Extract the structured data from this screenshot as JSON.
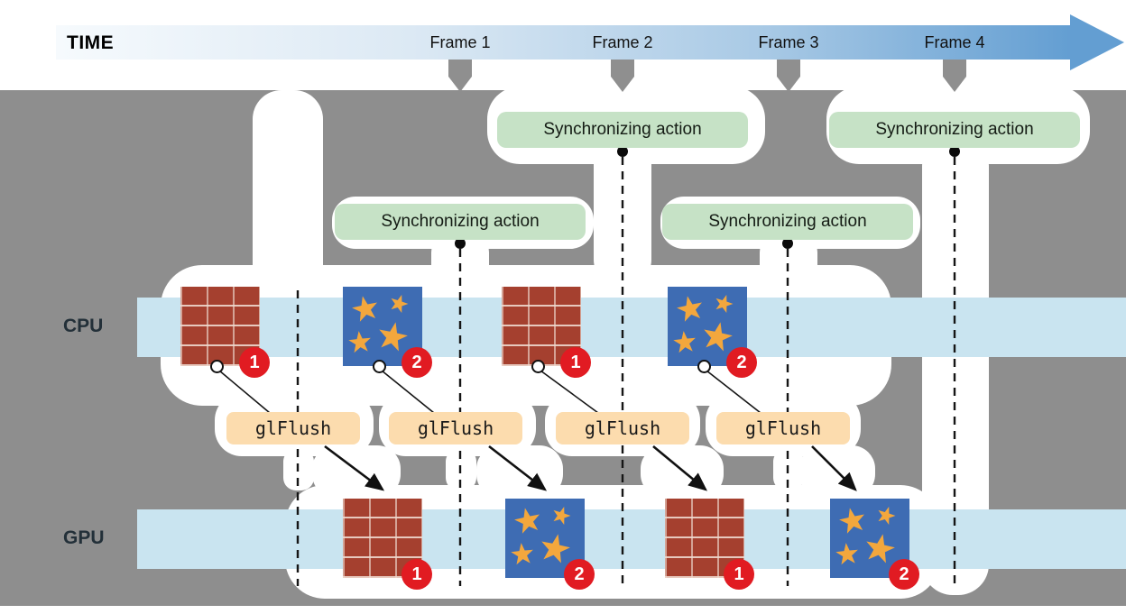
{
  "time_label": "TIME",
  "frames": [
    "Frame 1",
    "Frame 2",
    "Frame 3",
    "Frame 4"
  ],
  "lanes": {
    "cpu": "CPU",
    "gpu": "GPU"
  },
  "sync_actions": [
    "Synchronizing action",
    "Synchronizing action",
    "Synchronizing action",
    "Synchronizing action"
  ],
  "flushes": [
    "glFlush",
    "glFlush",
    "glFlush",
    "glFlush"
  ],
  "cpu_queue": [
    {
      "texture": "brick",
      "badge": "1"
    },
    {
      "texture": "stars",
      "badge": "2"
    },
    {
      "texture": "brick",
      "badge": "1"
    },
    {
      "texture": "stars",
      "badge": "2"
    }
  ],
  "gpu_queue": [
    {
      "texture": "brick",
      "badge": "1"
    },
    {
      "texture": "stars",
      "badge": "2"
    },
    {
      "texture": "brick",
      "badge": "1"
    },
    {
      "texture": "stars",
      "badge": "2"
    }
  ],
  "colors": {
    "field_gray": "#8e8e8e",
    "band_blue": "#c9e4f0",
    "sync_green": "#c6e2c6",
    "flush_tan": "#fcdcae",
    "badge_red": "#e11b22",
    "brick_red": "#a5402f",
    "star_blue": "#3e6cb3",
    "star_orange": "#f3a73d",
    "timeline_blue": "#639ed2"
  }
}
